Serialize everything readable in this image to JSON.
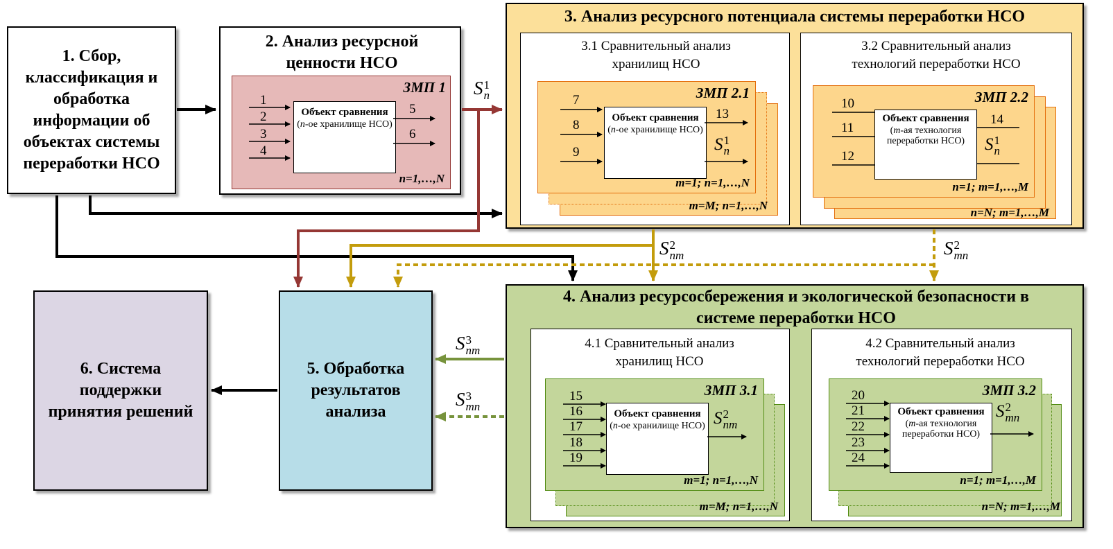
{
  "block1": {
    "title": "1. Сбор, классификация и обработка информации об объектах системы переработки НСО"
  },
  "block2": {
    "title": "2. Анализ ресурсной ценности НСО",
    "zmp": "ЗМП 1",
    "inputs": [
      "1",
      "2",
      "3",
      "4"
    ],
    "outputs": [
      "5",
      "6"
    ],
    "object_title": "Объект сравнения",
    "object_sub_n": "n",
    "object_sub_rest": "-ое хранилище НСО)",
    "range": "n=1,…,N"
  },
  "block3": {
    "title": "3. Анализ ресурсного потенциала системы переработки НСО",
    "left": {
      "subtitle": "3.1 Сравнительный анализ хранилищ НСО",
      "zmp": "ЗМП 2.1",
      "inputs": [
        "7",
        "8",
        "9"
      ],
      "outputs": [
        "13"
      ],
      "object_title": "Объект сравнения",
      "object_sub_n": "n",
      "object_sub_rest": "-ое хранилище НСО)",
      "range_front": "m=1; n=1,…,N",
      "range_back": "m=M; n=1,…,N"
    },
    "right": {
      "subtitle": "3.2 Сравнительный анализ технологий переработки НСО",
      "zmp": "ЗМП 2.2",
      "inputs": [
        "10",
        "11",
        "12"
      ],
      "outputs": [
        "14"
      ],
      "object_title": "Объект сравнения",
      "object_sub_n": "m",
      "object_sub_rest": "-ая технология переработки НСО)",
      "range_front": "n=1; m=1,…,M",
      "range_back": "n=N; m=1,…,M"
    }
  },
  "block4": {
    "title": "4. Анализ ресурсосбережения и экологической безопасности в системе переработки НСО",
    "left": {
      "subtitle": "4.1 Сравнительный анализ хранилищ НСО",
      "zmp": "ЗМП 3.1",
      "inputs": [
        "15",
        "16",
        "17",
        "18",
        "19"
      ],
      "object_title": "Объект сравнения",
      "object_sub_n": "n",
      "object_sub_rest": "-ое хранилище НСО)",
      "range_front": "m=1; n=1,…,N",
      "range_back": "m=M; n=1,…,N"
    },
    "right": {
      "subtitle": "4.2 Сравнительный анализ технологий переработки НСО",
      "zmp": "ЗМП 3.2",
      "inputs": [
        "20",
        "21",
        "22",
        "23",
        "24"
      ],
      "object_title": "Объект сравнения",
      "object_sub_n": "m",
      "object_sub_rest": "-ая технология переработки НСО)",
      "range_front": "n=1; m=1,…,M",
      "range_back": "n=N; m=1,…,M"
    }
  },
  "block5": {
    "title": "5. Обработка результатов анализа"
  },
  "block6": {
    "title": "6. Система поддержки принятия решений"
  },
  "signals": {
    "s_n1": {
      "base": "S",
      "sub": "n",
      "sup": "1"
    },
    "s_nm2": {
      "base": "S",
      "sub": "nm",
      "sup": "2"
    },
    "s_mn2": {
      "base": "S",
      "sub": "mn",
      "sup": "2"
    },
    "s_nm3": {
      "base": "S",
      "sub": "nm",
      "sup": "3"
    },
    "s_mn3": {
      "base": "S",
      "sub": "mn",
      "sup": "3"
    }
  },
  "colors": {
    "block1": "#ffffff",
    "block2_inner": "#e6b9b8",
    "block3": "#fce09a",
    "zmp2": "#fdd68c",
    "block4": "#c3d69b",
    "block5": "#b7dde8",
    "block6": "#dcd6e4",
    "red_line": "#953734",
    "gold_line": "#c39c0c",
    "green_line": "#77933c"
  }
}
